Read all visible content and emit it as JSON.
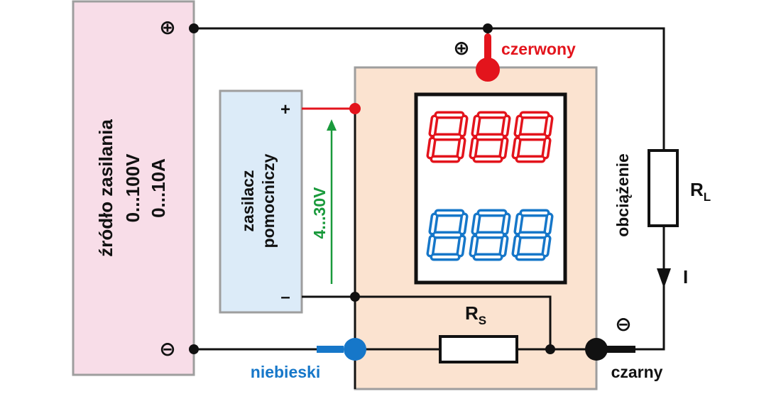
{
  "colors": {
    "source_fill": "#f8dde8",
    "meter_fill": "#fbe3d0",
    "aux_fill": "#dcebf8",
    "box_border": "#9e9e9e",
    "wire": "#111111",
    "red": "#e3141c",
    "blue": "#1677c9",
    "green": "#1a9a3c"
  },
  "source": {
    "line1": "źródło zasilania",
    "line2": "0...100V",
    "line3": "0...10A",
    "plus_symbol": "⊕",
    "minus_symbol": "⊖"
  },
  "aux": {
    "line1": "zasilacz",
    "line2": "pomocniczy",
    "plus": "+",
    "minus": "–",
    "range": "4...30V"
  },
  "meter": {
    "plus_symbol": "⊕",
    "red_label": "czerwony",
    "blue_label": "niebieski",
    "black_label": "czarny",
    "minus_symbol": "⊖",
    "display_top": "888",
    "display_bottom": "888",
    "shunt_main": "R",
    "shunt_sub": "S"
  },
  "load": {
    "label": "obciążenie",
    "resistor_main": "R",
    "resistor_sub": "L",
    "current": "I"
  }
}
